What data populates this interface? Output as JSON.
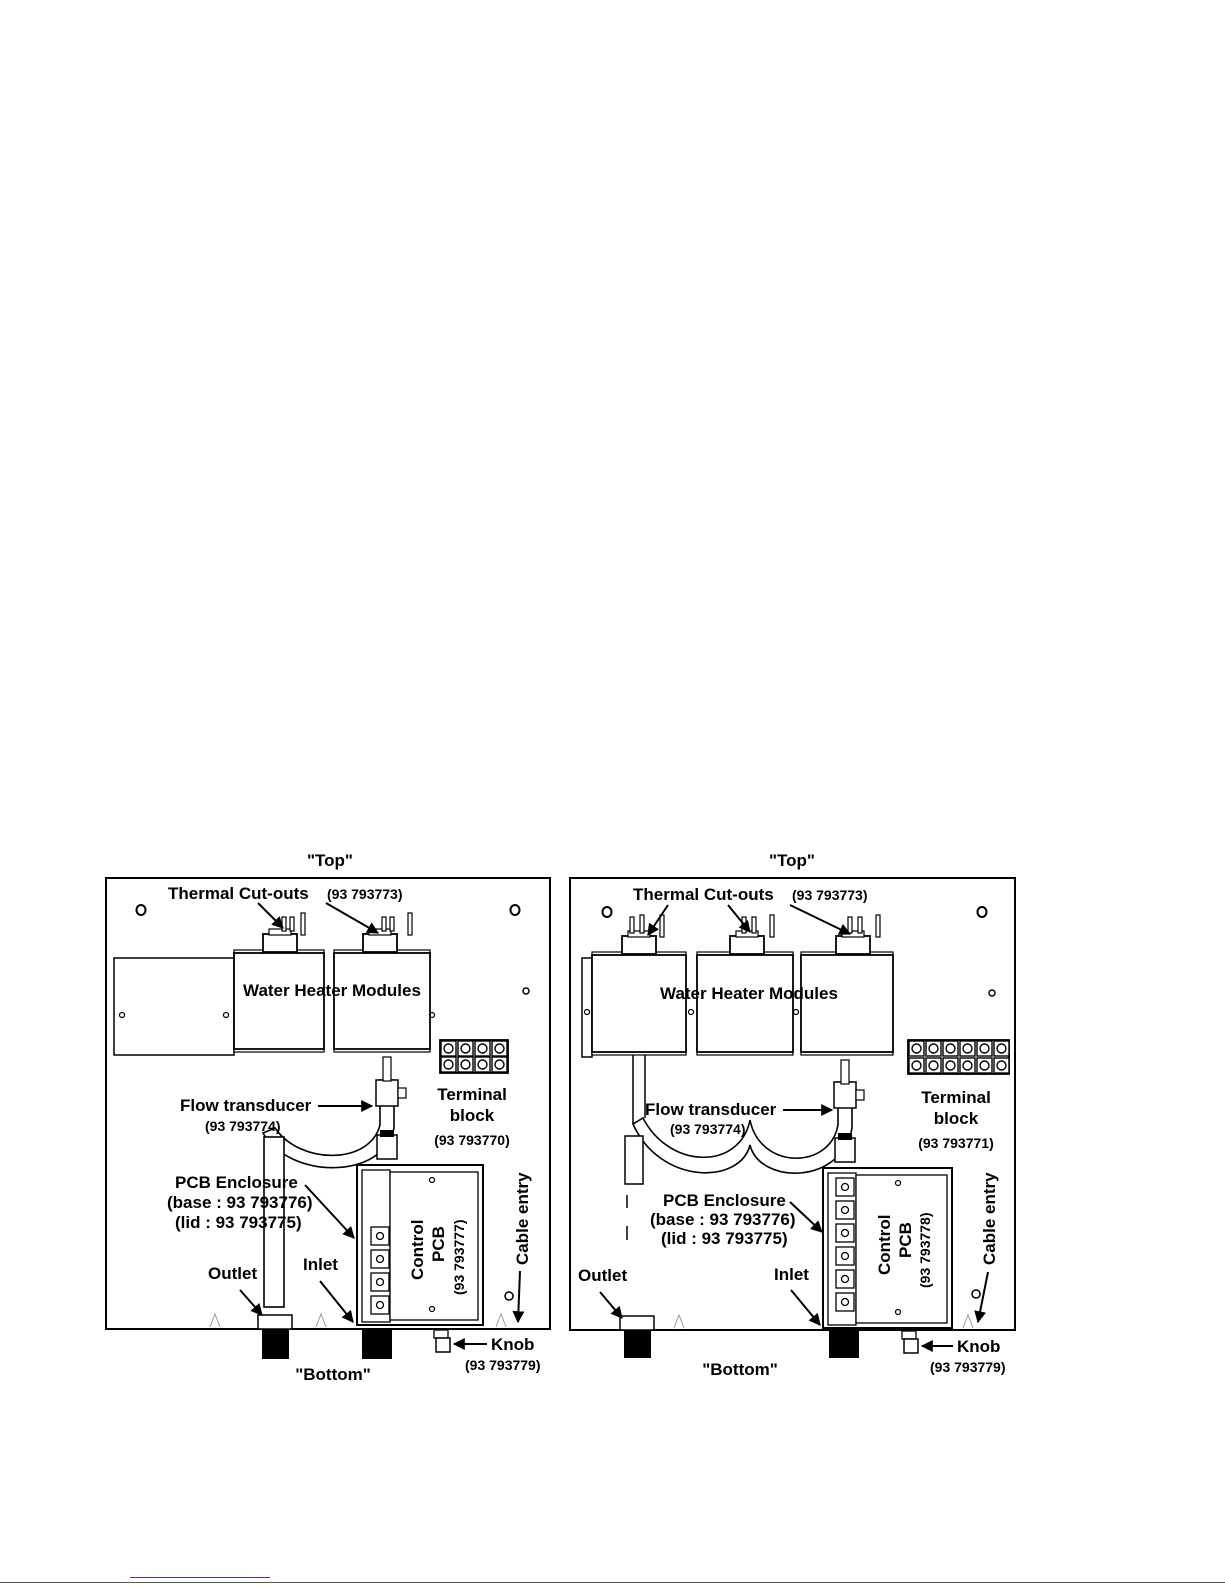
{
  "figures": [
    {
      "top": "\"Top\"",
      "bottom": "\"Bottom\"",
      "thermal_cutouts": "Thermal Cut-outs",
      "thermal_cutouts_num": "(93 793773)",
      "modules_label": "Water Heater Modules",
      "module_count": 2,
      "flow_transducer": "Flow transducer",
      "flow_transducer_num": "(93 793774)",
      "terminal_block_1": "Terminal",
      "terminal_block_2": "block",
      "terminal_block_num": "(93 793770)",
      "terminal_columns": 4,
      "pcb_enclosure": "PCB Enclosure",
      "pcb_base": "(base : 93 793776)",
      "pcb_lid": "(lid : 93 793775)",
      "control": "Control",
      "pcb": "PCB",
      "pcb_num": "(93 793777)",
      "cable_entry": "Cable entry",
      "outlet": "Outlet",
      "inlet": "Inlet",
      "knob": "Knob",
      "knob_num": "(93 793779)"
    },
    {
      "top": "\"Top\"",
      "bottom": "\"Bottom\"",
      "thermal_cutouts": "Thermal Cut-outs",
      "thermal_cutouts_num": "(93 793773)",
      "modules_label": "Water Heater Modules",
      "module_count": 3,
      "flow_transducer": "Flow transducer",
      "flow_transducer_num": "(93 793774)",
      "terminal_block_1": "Terminal",
      "terminal_block_2": "block",
      "terminal_block_num": "(93 793771)",
      "terminal_columns": 6,
      "pcb_enclosure": "PCB Enclosure",
      "pcb_base": "(base : 93 793776)",
      "pcb_lid": "(lid : 93 793775)",
      "control": "Control",
      "pcb": "PCB",
      "pcb_num": "(93 793778)",
      "cable_entry": "Cable entry",
      "outlet": "Outlet",
      "inlet": "Inlet",
      "knob": "Knob",
      "knob_num": "(93 793779)"
    }
  ]
}
